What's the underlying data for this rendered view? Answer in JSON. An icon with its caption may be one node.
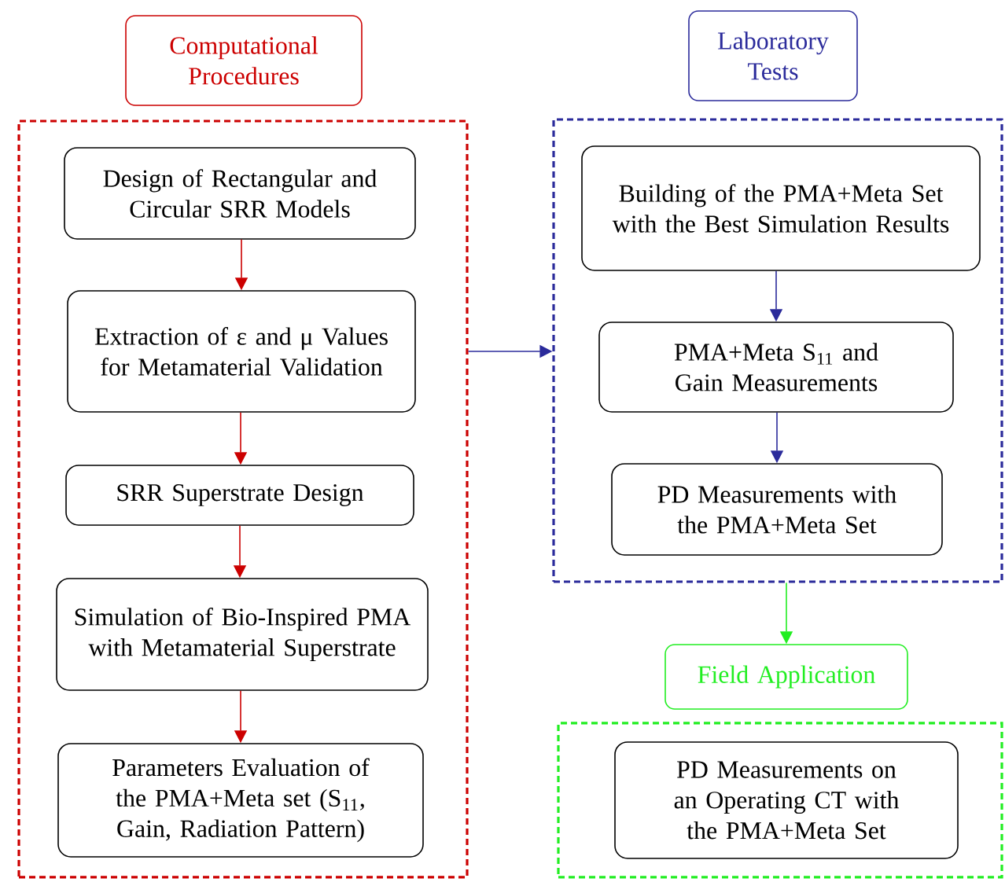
{
  "diagram": {
    "nodes": [
      {
        "text": [
          "Computational Procedures"
        ]
      },
      {
        "text": [],
        "shape": "box"
      },
      {
        "text": [
          "Design of Rectangular and Circular SRR Models"
        ],
        "in": 1
      },
      {
        "text": [
          "Extraction of ε and μ Values for Metamaterial Validation"
        ],
        "in": 1
      },
      {
        "text": [
          "SRR Superstrate Design"
        ],
        "in": 1
      },
      {
        "text": [
          "Simulation of Bio-Inspired PMA with Metamaterial Superstrate"
        ],
        "in": 1
      },
      {
        "text": [
          "Parameters Evaluation of the PMA+Meta set (S$_{11}$, Gain, Radiation Pattern)"
        ],
        "in": 1
      },
      {
        "text": [
          "Laboratory Tests"
        ]
      },
      {
        "text": [],
        "shape": "box"
      },
      {
        "text": [
          "Building of the PMA+Meta Set with the Best Simulation Results"
        ],
        "in": 8
      },
      {
        "text": [
          "PMA+Meta S$_{11}$ and Gain Measurements"
        ],
        "in": 8
      },
      {
        "text": [
          "PD Measurements with the PMA+Meta Set"
        ],
        "in": 8
      },
      {
        "text": [
          "Field Application"
        ]
      },
      {
        "text": [],
        "shape": "box"
      },
      {
        "text": [
          "PD Measurements on an Operating CT with the PMA+Meta Set"
        ],
        "in": 13
      }
    ],
    "edges": [
      {
        "from": 2,
        "to": 3,
        "arrow": "to",
        "color": "#cc0000"
      },
      {
        "from": 3,
        "to": 4,
        "arrow": "to",
        "color": "#cc0000"
      },
      {
        "from": 4,
        "to": 5,
        "arrow": "to",
        "color": "#cc0000"
      },
      {
        "from": 5,
        "to": 6,
        "arrow": "to",
        "color": "#cc0000"
      },
      {
        "from": 1,
        "to": 8,
        "arrow": "to",
        "color": "#2b2b9b"
      },
      {
        "from": 9,
        "to": 10,
        "arrow": "to",
        "color": "#2b2b9b"
      },
      {
        "from": 10,
        "to": 11,
        "arrow": "to",
        "color": "#2b2b9b"
      },
      {
        "from": 8,
        "to": 12,
        "arrow": "to",
        "color": "#22ee22"
      }
    ]
  }
}
